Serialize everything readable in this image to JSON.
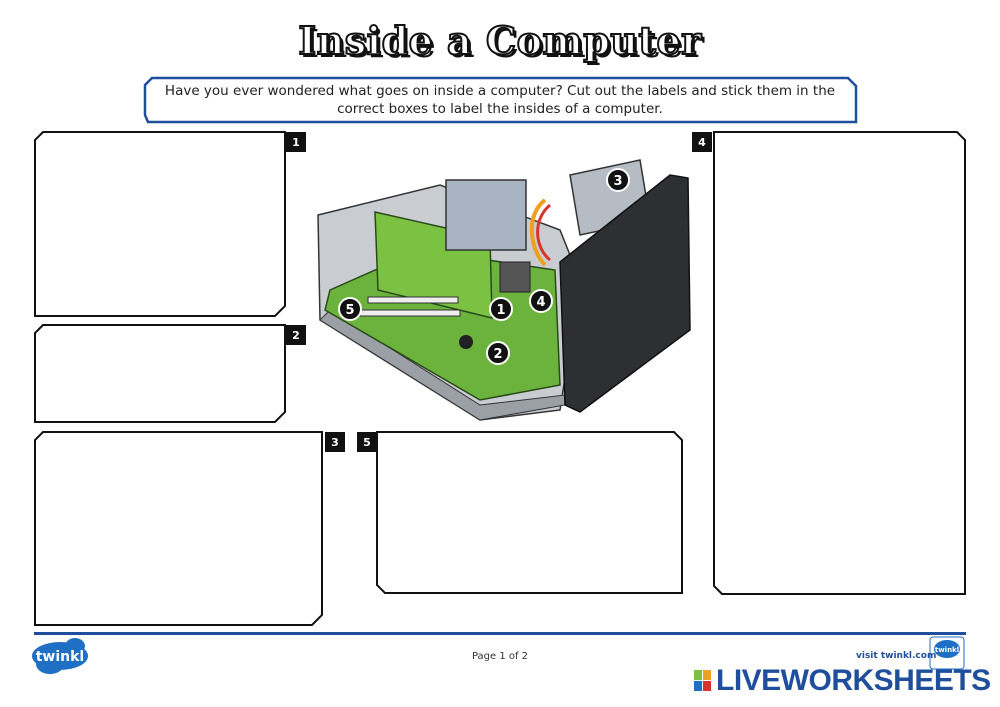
{
  "title": "Inside a Computer",
  "intro": "Have you ever wondered what goes on inside a computer? Cut out the labels and stick them in the correct boxes to label the insides of a computer.",
  "boxes": [
    {
      "number": "1"
    },
    {
      "number": "2"
    },
    {
      "number": "3"
    },
    {
      "number": "4"
    },
    {
      "number": "5"
    }
  ],
  "diagram_markers": [
    "1",
    "2",
    "3",
    "4",
    "5"
  ],
  "footer": {
    "logo": "twinkl",
    "page": "Page 1 of 2",
    "visit": "visit twinkl.com",
    "badge": "twinkl",
    "watermark": "LIVEWORKSHEETS"
  },
  "colors": {
    "accent": "#1f4e9c",
    "board": "#7ac142"
  }
}
